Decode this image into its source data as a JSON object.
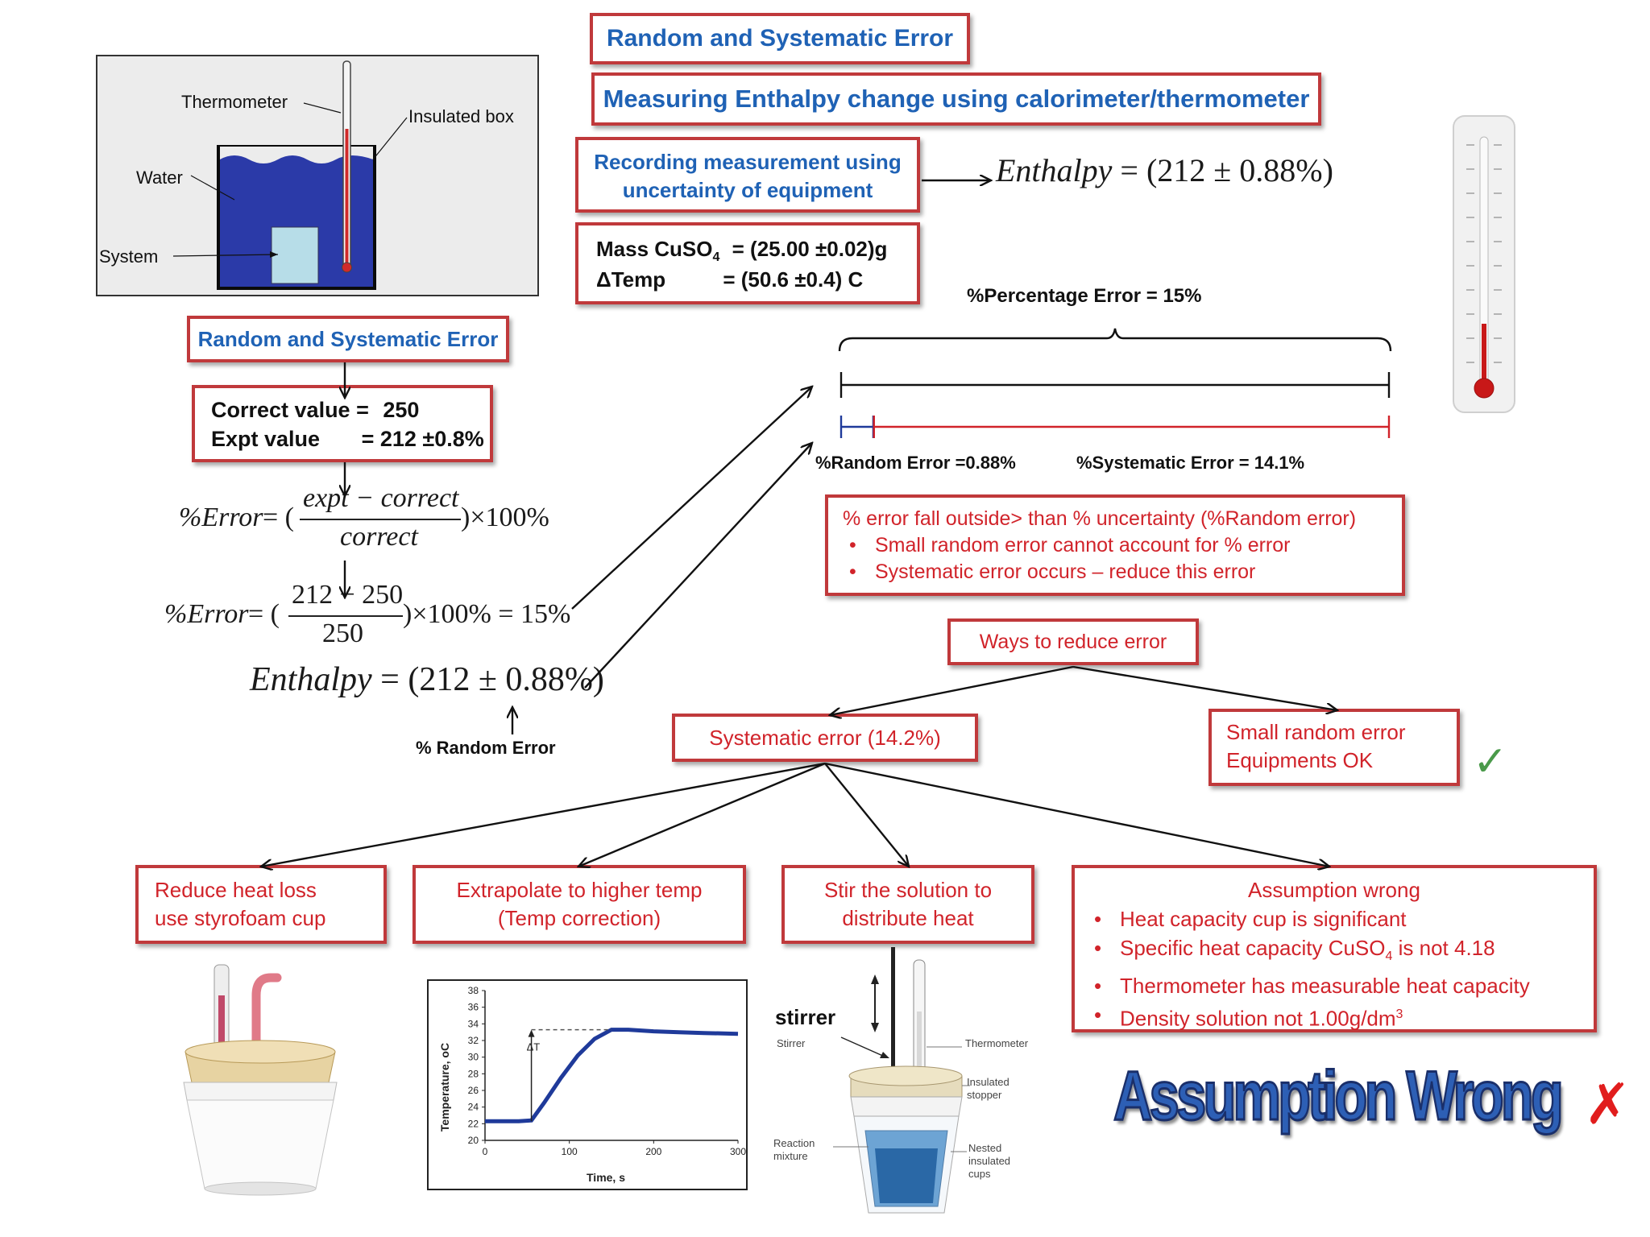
{
  "titles": {
    "main": "Random and Systematic Error",
    "sub": "Measuring Enthalpy change using calorimeter/thermometer",
    "recording_line1": "Recording measurement using",
    "recording_line2": "uncertainty of equipment",
    "left_title": "Random and Systematic Error"
  },
  "calorimeter_diagram": {
    "thermometer": "Thermometer",
    "insulated_box": "Insulated box",
    "water": "Water",
    "system": "System"
  },
  "measurements": {
    "mass_label": "Mass CuSO",
    "mass_sub": "4",
    "mass_value": "= (25.00 ±0.02)g",
    "temp_label": "ΔTemp",
    "temp_value": "= (50.6 ±0.4) C"
  },
  "enthalpy_top": {
    "lhs": "Enthalpy",
    "rhs": " = (212 ± 0.88%)"
  },
  "values": {
    "correct_label": "Correct value =",
    "correct_value": "250",
    "expt_label": "Expt value",
    "expt_value": "= 212 ±0.8%"
  },
  "formula1": {
    "lhs": "%Error",
    "eq": " = (",
    "numerator": "expt − correct",
    "denominator": "correct",
    "tail": ")×100%"
  },
  "formula2": {
    "lhs": "%Error",
    "eq": " = (",
    "numerator": "212 − 250",
    "denominator": "250",
    "tail": ")×100% = 15%"
  },
  "enthalpy_left": {
    "lhs": "Enthalpy",
    "rhs": " = (212 ± 0.88%)",
    "random_error_label": "% Random Error"
  },
  "error_bar": {
    "percentage_error": "%Percentage Error = 15%",
    "random_error": "%Random Error =0.88%",
    "systematic_error": "%Systematic Error = 14.1%",
    "random_fraction": 0.0587,
    "systematic_fraction": 0.94
  },
  "conclusion_box": {
    "heading": "% error fall outside> than % uncertainty (%Random error)",
    "bullets": [
      "Small random error cannot account for % error",
      "Systematic error occurs – reduce this error"
    ]
  },
  "tree": {
    "ways": "Ways to reduce error",
    "systematic": "Systematic error (14.2%)",
    "random_line1": "Small random error",
    "random_line2": "Equipments OK",
    "check_mark": "✓"
  },
  "remedies": {
    "heat_loss_line1": "Reduce heat loss",
    "heat_loss_line2": "use styrofoam cup",
    "extrapolate_line1": "Extrapolate to higher temp",
    "extrapolate_line2": "(Temp correction)",
    "stir_line1": "Stir the solution to",
    "stir_line2": "distribute heat",
    "assumption_heading": "Assumption wrong",
    "assumption_bullets": [
      {
        "text": "Heat capacity cup is significant",
        "sub": "",
        "tail": "",
        "sup": ""
      },
      {
        "text": "Specific heat capacity CuSO",
        "sub": "4",
        "tail": " is not 4.18",
        "sup": ""
      },
      {
        "text": "Thermometer has measurable heat capacity",
        "sub": "",
        "tail": "",
        "sup": ""
      },
      {
        "text": "Density solution not 1.00g/dm",
        "sub": "",
        "tail": "",
        "sup": "3"
      }
    ]
  },
  "graph": {
    "ylabel": "Temperature, oC",
    "xlabel": "Time, s",
    "delta_label": "ΔT",
    "y_ticks": [
      "20",
      "22",
      "24",
      "26",
      "28",
      "30",
      "32",
      "34",
      "36",
      "38"
    ],
    "x_ticks": [
      "0",
      "100",
      "200",
      "300"
    ]
  },
  "stirrer_diagram": {
    "stirrer_big": "stirrer",
    "stirrer_small": "Stirrer",
    "thermometer": "Thermometer",
    "insulated_stopper_1": "Insulated",
    "insulated_stopper_2": "stopper",
    "reaction_1": "Reaction",
    "reaction_2": "mixture",
    "nested_1": "Nested",
    "nested_2": "insulated",
    "nested_3": "cups"
  },
  "assumption_banner": {
    "text": "Assumption Wrong",
    "cross": "✗"
  },
  "chart_data": {
    "type": "line",
    "title": "",
    "xlabel": "Time, s",
    "ylabel": "Temperature, oC",
    "xlim": [
      0,
      300
    ],
    "ylim": [
      20,
      38
    ],
    "series": [
      {
        "x": [
          0,
          20,
          40,
          55,
          70,
          90,
          110,
          130,
          150,
          170,
          200,
          230,
          260,
          300
        ],
        "y": [
          22.3,
          22.3,
          22.3,
          22.4,
          24.5,
          27.5,
          30.2,
          32.2,
          33.3,
          33.3,
          33.1,
          33.0,
          32.9,
          32.8
        ]
      }
    ],
    "annotation": "ΔT"
  }
}
